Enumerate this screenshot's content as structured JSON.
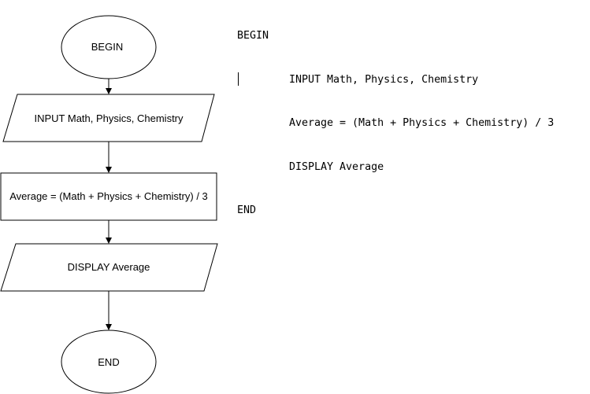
{
  "flowchart": {
    "start": "BEGIN",
    "input": "INPUT Math, Physics, Chemistry",
    "process": "Average = (Math + Physics + Chemistry) / 3",
    "output": "DISPLAY Average",
    "end": "END"
  },
  "pseudocode": {
    "lines": [
      "BEGIN",
      "INPUT Math, Physics, Chemistry",
      "Average = (Math + Physics + Chemistry) / 3",
      "DISPLAY Average",
      "END"
    ]
  },
  "colors": {
    "stroke": "#000000",
    "background": "#ffffff",
    "text": "#000000"
  }
}
